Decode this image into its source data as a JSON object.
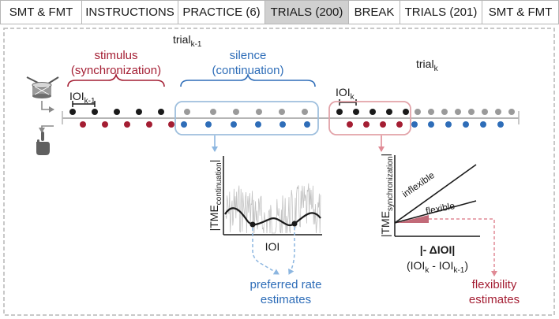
{
  "tabs": [
    {
      "label": "SMT & FMT",
      "active": false
    },
    {
      "label": "INSTRUCTIONS",
      "active": false
    },
    {
      "label": "PRACTICE (6)",
      "active": false
    },
    {
      "label": "TRIALS (200)",
      "active": true
    },
    {
      "label": "BREAK",
      "active": false
    },
    {
      "label": "TRIALS (201)",
      "active": false
    },
    {
      "label": "SMT & FMT",
      "active": false
    }
  ],
  "labels": {
    "trial_prev_main": "trial",
    "trial_prev_sub": "k-1",
    "trial_curr_main": "trial",
    "trial_curr_sub": "k",
    "stimulus_line1": "stimulus",
    "stimulus_line2": "(synchronization)",
    "silence_line1": "silence",
    "silence_line2": "(continuation)",
    "ioi_prev_main": "IOI",
    "ioi_prev_sub": "k-1",
    "ioi_curr_main": "IOI",
    "ioi_curr_sub": "k",
    "plot1_ylabel_main": "|TME",
    "plot1_ylabel_sub": "continuation",
    "plot1_ylabel_end": "|",
    "plot1_xlabel": "IOI",
    "plot2_ylabel_main": "|TME",
    "plot2_ylabel_sub": "synchronization",
    "plot2_ylabel_end": "|",
    "line_inflexible": "inflexible",
    "line_flexible": "flexible",
    "plot2_xlabel_line1": "|- ΔIOI|",
    "plot2_xlabel_line2_a": "(IOI",
    "plot2_xlabel_line2_b": "k",
    "plot2_xlabel_line2_c": " - IOI",
    "plot2_xlabel_line2_d": "k-1",
    "plot2_xlabel_line2_e": ")",
    "preferred_line1": "preferred rate",
    "preferred_line2": "estimates",
    "flexibility_line1": "flexibility",
    "flexibility_line2": "estimates"
  },
  "colors": {
    "stimulus_red": "#a41e33",
    "silence_blue": "#2e6db8",
    "grey": "#9a9a9a",
    "dark": "#1a1a1a",
    "box_blue": "#9ebfdd",
    "box_red": "#e2a2a8",
    "arrow_blue": "#8cb6e0",
    "arrow_red": "#e08a95",
    "active_tab": "#d0d0d0"
  },
  "icons": [
    "drum-icon",
    "pointing-hand-icon",
    "feedback-arrow-icon"
  ]
}
